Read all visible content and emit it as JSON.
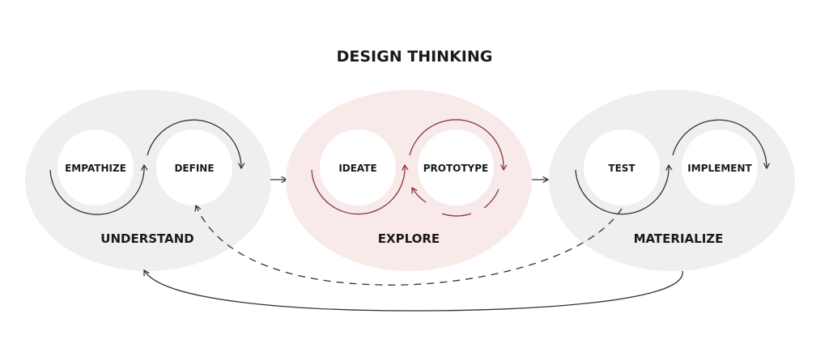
{
  "title": "DESIGN THINKING",
  "colors": {
    "ellipse_gray": "#efefef",
    "ellipse_pink": "#f9eaea",
    "stroke_dark": "#333333",
    "stroke_red": "#8a3440",
    "text": "#1a1a1a",
    "white": "#ffffff"
  },
  "phases": [
    {
      "label": "UNDERSTAND",
      "steps": [
        "EMPATHIZE",
        "DEFINE"
      ]
    },
    {
      "label": "EXPLORE",
      "steps": [
        "IDEATE",
        "PROTOTYPE"
      ]
    },
    {
      "label": "MATERIALIZE",
      "steps": [
        "TEST",
        "IMPLEMENT"
      ]
    }
  ]
}
